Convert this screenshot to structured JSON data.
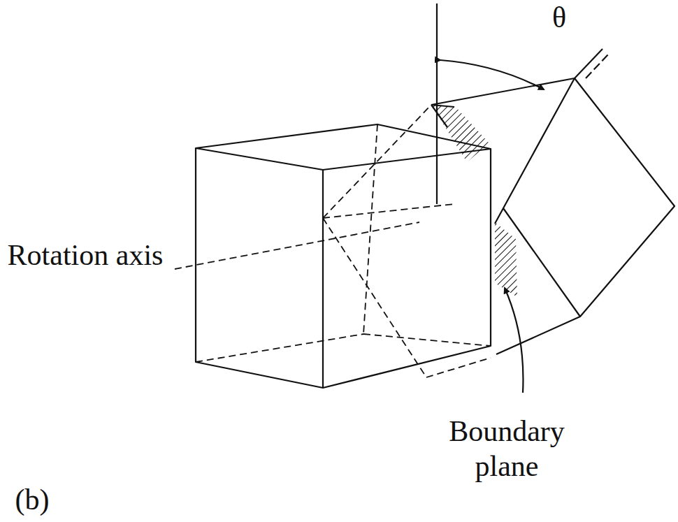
{
  "diagram": {
    "labels": [
      "θ",
      "Rotation axis",
      "Boundary plane",
      "(b)"
    ]
  }
}
